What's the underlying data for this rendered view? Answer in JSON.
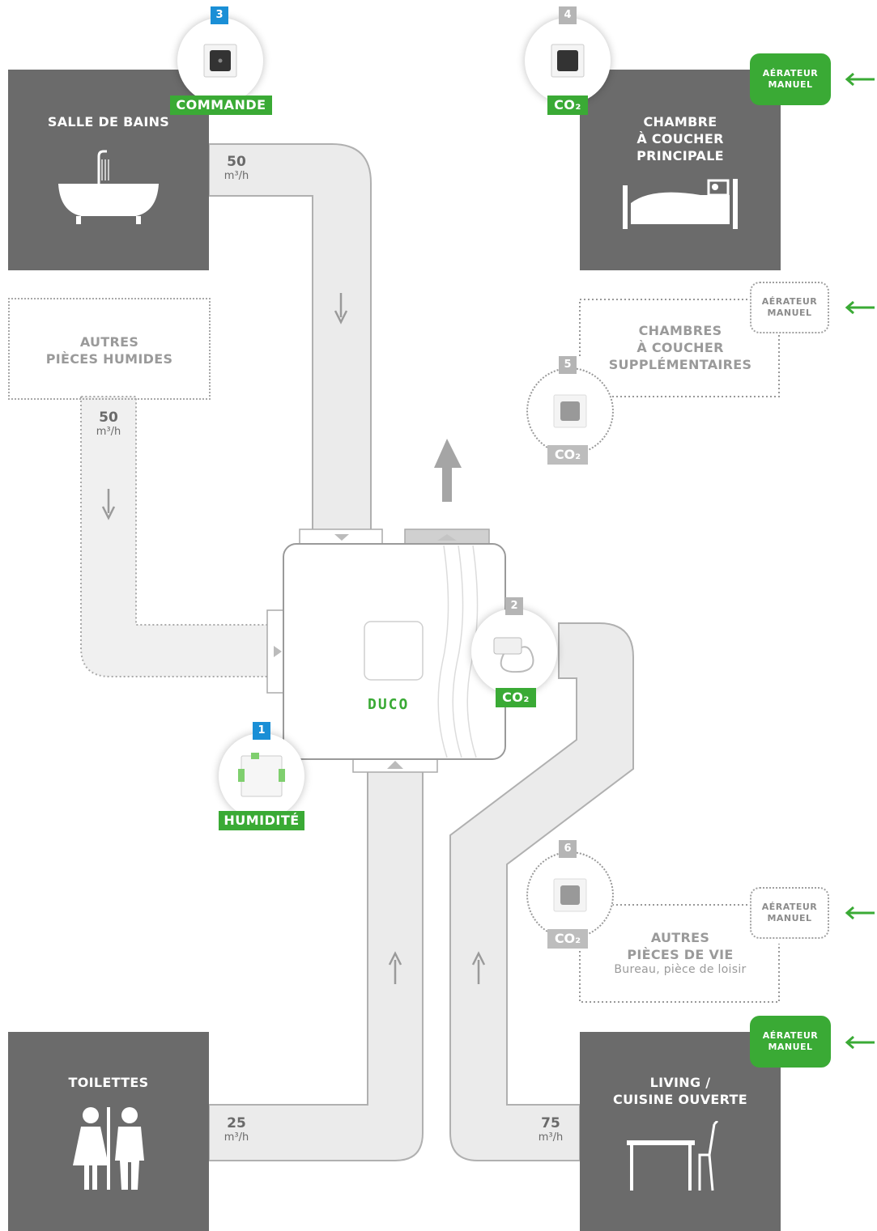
{
  "rooms": {
    "bathroom": "SALLE DE BAINS",
    "master_bedroom": [
      "CHAMBRE",
      "À COUCHER",
      "PRINCIPALE"
    ],
    "other_wet_rooms": [
      "AUTRES",
      "PIÈCES HUMIDES"
    ],
    "extra_bedrooms": [
      "CHAMBRES",
      "À COUCHER",
      "SUPPLÉMENTAIRES"
    ],
    "other_living": [
      "AUTRES",
      "PIÈCES DE VIE"
    ],
    "other_living_sub": "Bureau, pièce de loisir",
    "toilets": "TOILETTES",
    "living": [
      "LIVING /",
      "CUISINE OUVERTE"
    ]
  },
  "flows": {
    "bathroom": {
      "value": "50",
      "unit": "m³/h"
    },
    "wet_rooms": {
      "value": "50",
      "unit": "m³/h"
    },
    "toilets": {
      "value": "25",
      "unit": "m³/h"
    },
    "living": {
      "value": "75",
      "unit": "m³/h"
    }
  },
  "aerateur": [
    "AÉRATEUR",
    "MANUEL"
  ],
  "sensors": {
    "s1": {
      "num": "1",
      "label": "HUMIDITÉ"
    },
    "s2": {
      "num": "2",
      "label": "CO₂"
    },
    "s3": {
      "num": "3",
      "label": "COMMANDE"
    },
    "s4": {
      "num": "4",
      "label": "CO₂"
    },
    "s5": {
      "num": "5",
      "label": "CO₂"
    },
    "s6": {
      "num": "6",
      "label": "CO₂"
    }
  },
  "brand": "DUCO",
  "colors": {
    "green": "#3aaa35",
    "room": "#6b6b6b",
    "duct": "#ebebeb",
    "blue": "#1a8fd6"
  }
}
